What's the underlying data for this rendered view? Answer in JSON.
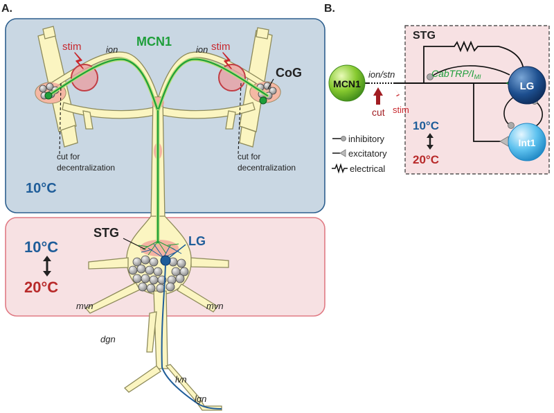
{
  "panel_a": {
    "label": "A.",
    "top_region": {
      "temp": "10°C"
    },
    "bottom_region": {
      "temp_low": "10°C",
      "temp_high": "20°C"
    },
    "labels": {
      "mcn1": "MCN1",
      "stim_left": "stim",
      "stim_right": "stim",
      "ion_left": "ion",
      "ion_right": "ion",
      "cog": "CoG",
      "cut_left_1": "cut for",
      "cut_left_2": "decentralization",
      "cut_right_1": "cut for",
      "cut_right_2": "decentralization",
      "stg": "STG",
      "lg": "LG",
      "mvn_left": "mvn",
      "mvn_right": "mvn",
      "dgn": "dgn",
      "lvn": "lvn",
      "lgn": "lgn"
    }
  },
  "panel_b": {
    "label": "B.",
    "stg": "STG",
    "mcn1": "MCN1",
    "ion_stn": "ion/stn",
    "cut": "cut",
    "stim": "stim",
    "current_main": "CabTRP/I",
    "current_sub": "MI",
    "lg": "LG",
    "int1": "Int1",
    "temp_low": "10°C",
    "temp_high": "20°C",
    "legend": [
      "inhibitory",
      "excitatory",
      "electrical"
    ]
  },
  "colors": {
    "blue_region": "#c9d7e3",
    "pink_region": "#f7e1e3",
    "nerve": "#fbf5c1",
    "mcn1_green": "#1e9e3a",
    "temp_blue": "#1f5d99",
    "temp_red": "#b82a2a",
    "lg_blue": "#1f5d99"
  }
}
